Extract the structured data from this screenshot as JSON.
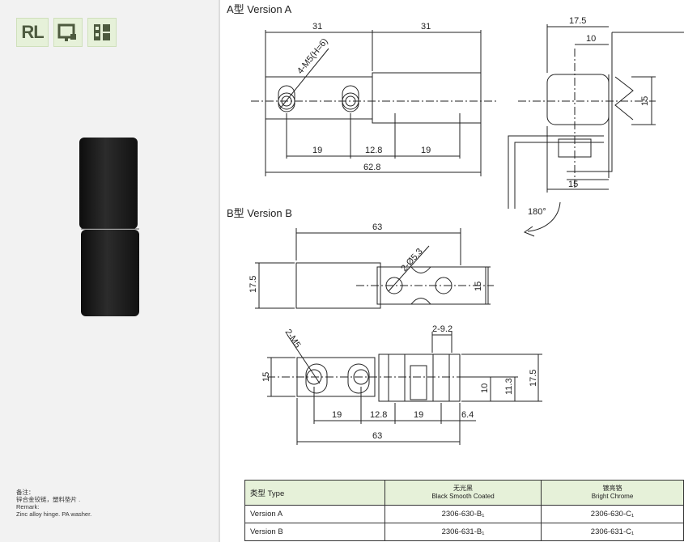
{
  "badges": {
    "rl": "RL",
    "icons": [
      "hinge-door-icon",
      "hinge-mount-icon"
    ]
  },
  "remark": {
    "label_cn": "备注：",
    "text_cn": "锌合金铰链，塑料垫片 .",
    "label_en": "Remark:",
    "text_en": "Zinc alloy hinge. PA washer."
  },
  "drawing": {
    "version_a_title": "A型 Version A",
    "version_b_title": "B型 Version B",
    "a_dims": {
      "w31_left": "31",
      "w31_right": "31",
      "hole_label": "4-M5(H=6)",
      "d19_a": "19",
      "d12_8": "12.8",
      "d19_b": "19",
      "total": "62.8"
    },
    "side_dims": {
      "d17_5": "17.5",
      "d10": "10",
      "d15_right": "15",
      "d15_bottom": "15",
      "rotation": "180°"
    },
    "b_dims": {
      "top63": "63",
      "hole_label": "2-Ø5.3",
      "d17_5": "17.5",
      "d15": "15",
      "m5_label": "2-M5",
      "d2_9_2": "2-9.2",
      "d15_left": "15",
      "d10": "10",
      "d11_3": "11.3",
      "d17_5_right": "17.5",
      "d19_a": "19",
      "d12_8": "12.8",
      "d19_b": "19",
      "d6_4": "6.4",
      "bottom63": "63"
    }
  },
  "table": {
    "header": {
      "type": "类型 Type",
      "black_cn": "无光黑",
      "black_en": "Black Smooth Coated",
      "chrome_cn": "镀亮铬",
      "chrome_en": "Bright Chrome"
    },
    "rows": [
      {
        "type": "Version A",
        "black": "2306-630-B₁",
        "chrome": "2306-630-C₁"
      },
      {
        "type": "Version B",
        "black": "2306-631-B₁",
        "chrome": "2306-631-C₁"
      }
    ]
  },
  "colors": {
    "badge_bg": "#e6f1d9",
    "panel_bg": "#f2f2f2",
    "table_header_bg": "#e6f1d9"
  }
}
